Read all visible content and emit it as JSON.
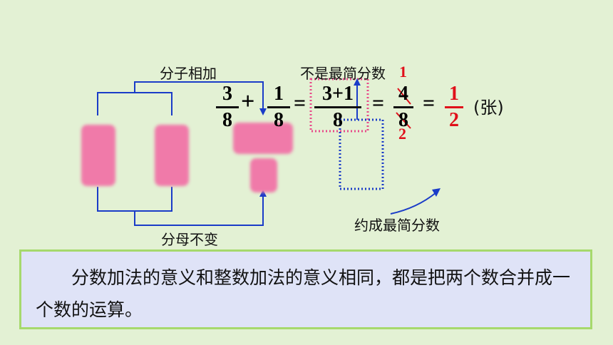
{
  "labels": {
    "numerator_add": "分子相加",
    "denominator_same": "分母不变",
    "not_simplest": "不是最简分数",
    "reduce": "约成最简分数"
  },
  "equation": {
    "f1": {
      "num": "3",
      "den": "8"
    },
    "plus": "+",
    "f2": {
      "num": "1",
      "den": "8"
    },
    "eq1": "=",
    "f3": {
      "num": "3+1",
      "den": "8"
    },
    "eq2": "=",
    "f4": {
      "num": "4",
      "den": "8"
    },
    "f4_reduced": {
      "num": "1",
      "den": "2"
    },
    "eq3": "=",
    "result": {
      "num": "1",
      "den": "2"
    },
    "unit": "(张)"
  },
  "note": {
    "text": "分数加法的意义和整数加法的意义相同，都是把两个数合并成一个数的运算。"
  },
  "colors": {
    "background": "#e3f1d4",
    "highlight": "#e0101a",
    "bracket": "#1a3cc8",
    "pink_block": "#f07aa9",
    "dotted_red": "#e84a8a",
    "note_border": "#a6d96c",
    "note_bg": "#dfe3f7"
  }
}
